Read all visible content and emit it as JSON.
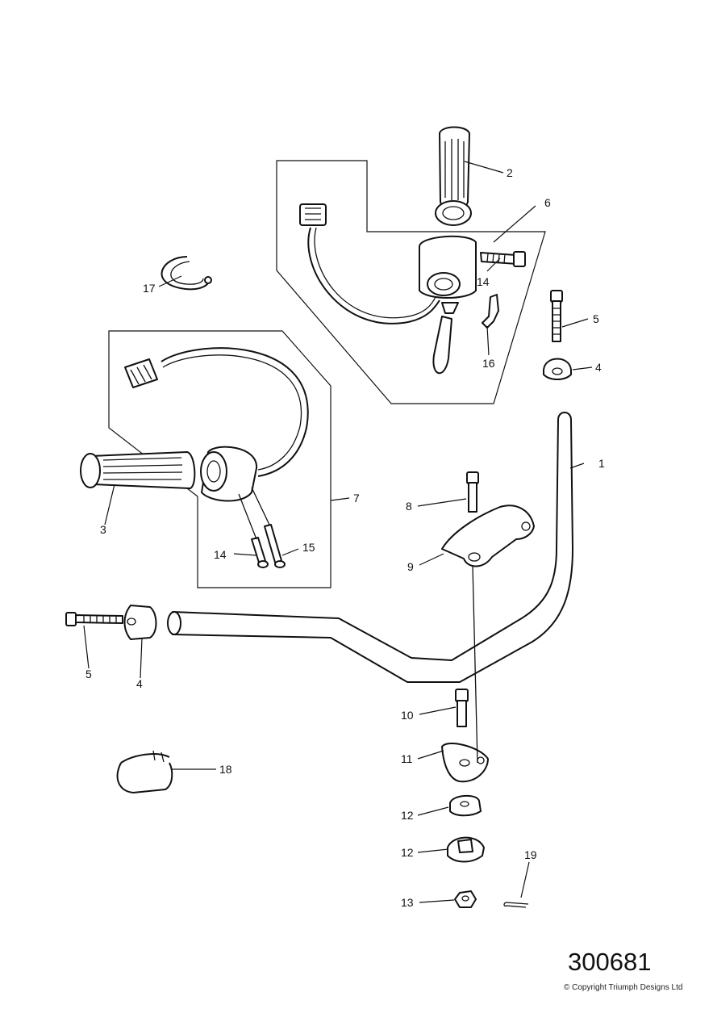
{
  "diagram": {
    "reference_number": "300681",
    "copyright": "© Copyright Triumph Designs Ltd",
    "callouts": [
      "1",
      "2",
      "3",
      "4",
      "5",
      "6",
      "7",
      "8",
      "9",
      "10",
      "11",
      "12",
      "13",
      "14",
      "15",
      "16",
      "17",
      "18",
      "19"
    ],
    "callout_labels": {
      "c1": "1",
      "c2": "2",
      "c3": "3",
      "c4a": "4",
      "c4b": "4",
      "c5a": "5",
      "c5b": "5",
      "c6": "6",
      "c7": "7",
      "c8": "8",
      "c9": "9",
      "c10": "10",
      "c11": "11",
      "c12a": "12",
      "c12b": "12",
      "c13": "13",
      "c14a": "14",
      "c14b": "14",
      "c15": "15",
      "c16": "16",
      "c17": "17",
      "c18": "18",
      "c19": "19"
    }
  }
}
